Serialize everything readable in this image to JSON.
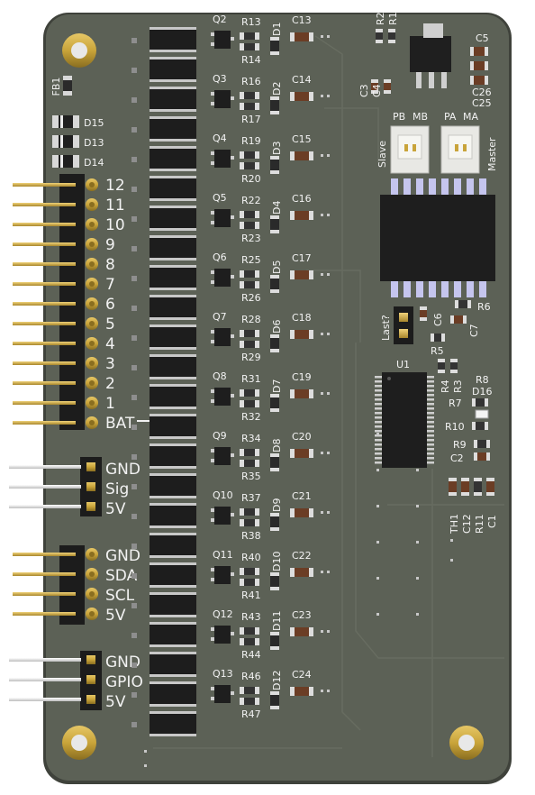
{
  "colors": {
    "pcb": "#5c6156",
    "pcb_edge": "#3f423b",
    "silk": "#f2f2f2",
    "gold": "#c9a43a",
    "header_body": "#1c1c1c",
    "chip": "#202020",
    "white_conn": "#e8e8e4"
  },
  "header_labels": [
    "12",
    "11",
    "10",
    "9",
    "8",
    "7",
    "6",
    "5",
    "4",
    "3",
    "2",
    "1",
    "BAT"
  ],
  "fan_labels": [
    "GND",
    "Sig",
    "5V"
  ],
  "i2c_labels": [
    "GND",
    "SDA",
    "SCL",
    "5V"
  ],
  "gpio_labels": [
    "GND",
    "GPIO",
    "5V"
  ],
  "fb_label": "FB1",
  "diodes_left": [
    "D15",
    "D13",
    "D14"
  ],
  "channels": [
    {
      "q": "Q2",
      "ra": "R13",
      "rb": "R14",
      "d": "D1",
      "c": "C13"
    },
    {
      "q": "Q3",
      "ra": "R16",
      "rb": "R17",
      "d": "D2",
      "c": "C14"
    },
    {
      "q": "Q4",
      "ra": "R19",
      "rb": "R20",
      "d": "D3",
      "c": "C15"
    },
    {
      "q": "Q5",
      "ra": "R22",
      "rb": "R23",
      "d": "D4",
      "c": "C16"
    },
    {
      "q": "Q6",
      "ra": "R25",
      "rb": "R26",
      "d": "D5",
      "c": "C17"
    },
    {
      "q": "Q7",
      "ra": "R28",
      "rb": "R29",
      "d": "D6",
      "c": "C18"
    },
    {
      "q": "Q8",
      "ra": "R31",
      "rb": "R32",
      "d": "D7",
      "c": "C19"
    },
    {
      "q": "Q9",
      "ra": "R34",
      "rb": "R35",
      "d": "D8",
      "c": "C20"
    },
    {
      "q": "Q10",
      "ra": "R37",
      "rb": "R38",
      "d": "D9",
      "c": "C21"
    },
    {
      "q": "Q11",
      "ra": "R40",
      "rb": "R41",
      "d": "D10",
      "c": "C22"
    },
    {
      "q": "Q12",
      "ra": "R43",
      "rb": "R44",
      "d": "D11",
      "c": "C23"
    },
    {
      "q": "Q13",
      "ra": "R46",
      "rb": "R47",
      "d": "D12",
      "c": "C24"
    }
  ],
  "top_right": {
    "r2": "R2",
    "r1": "R1",
    "c5": "C5",
    "c26": "C26",
    "c25": "C25",
    "c3": "C3",
    "c4": "C4"
  },
  "connectors": {
    "pb": "PB",
    "mb": "MB",
    "pa": "PA",
    "ma": "MA",
    "slave": "Slave",
    "master": "Master"
  },
  "right_parts": {
    "r6": "R6",
    "c6": "C6",
    "c7": "C7",
    "last": "Last?",
    "r5": "R5",
    "u1": "U1",
    "r4": "R4",
    "r3": "R3",
    "r8": "R8",
    "d16": "D16",
    "r7": "R7",
    "r10": "R10",
    "r9": "R9",
    "c2": "C2",
    "th1": "TH1",
    "c12": "C12",
    "r11": "R11",
    "c1": "C1"
  }
}
